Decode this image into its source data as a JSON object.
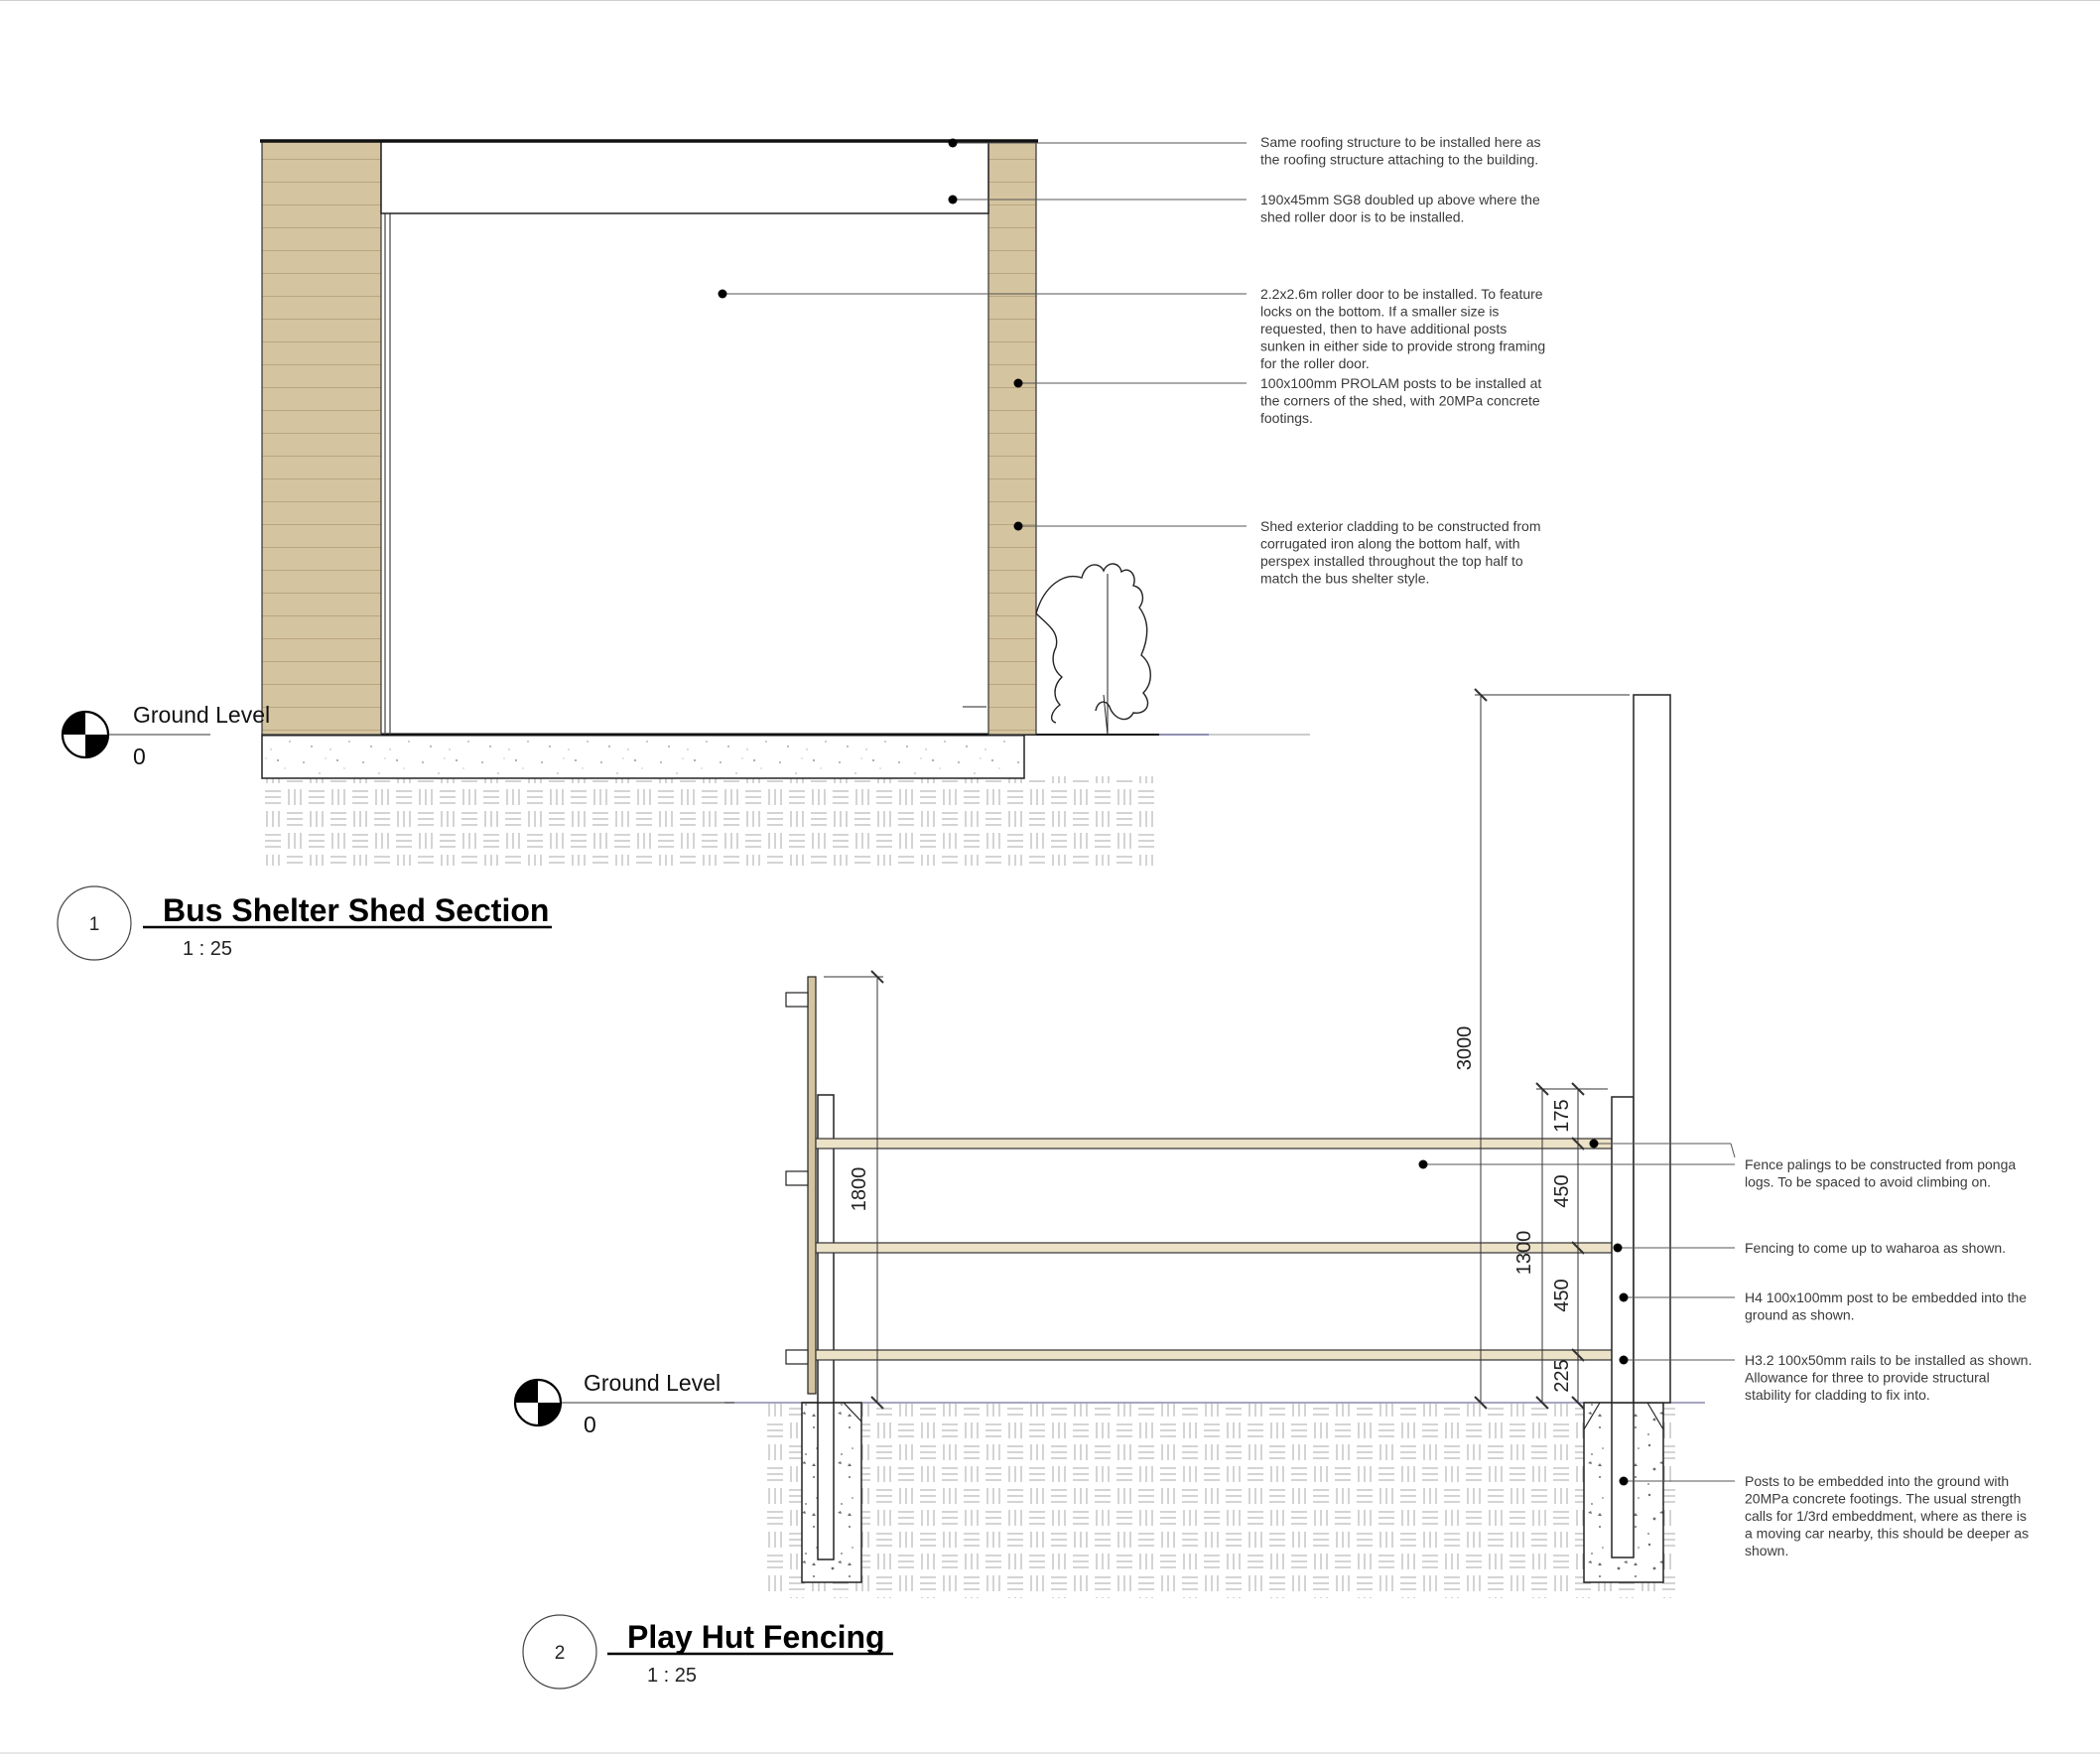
{
  "views": [
    {
      "number": "1",
      "title": "Bus Shelter Shed Section",
      "scale": "1 : 25"
    },
    {
      "number": "2",
      "title": "Play Hut Fencing",
      "scale": "1 : 25"
    }
  ],
  "level_markers": [
    {
      "name": "Ground Level",
      "value": "0"
    },
    {
      "name": "Ground Level",
      "value": "0"
    }
  ],
  "shed_notes": [
    [
      "Same roofing structure to be installed here as",
      "the roofing structure attaching to the building."
    ],
    [
      "190x45mm SG8 doubled up above where the",
      "shed roller door is to be installed."
    ],
    [
      "2.2x2.6m roller door to be installed. To feature",
      "locks on the bottom. If a smaller size is",
      "requested, then to have additional posts",
      "sunken in either side to provide strong framing",
      "for the roller door."
    ],
    [
      "100x100mm PROLAM posts to be installed at",
      "the corners of the shed, with 20MPa concrete",
      "footings."
    ],
    [
      "Shed exterior cladding to be constructed from",
      "corrugated iron along the bottom half, with",
      "perspex installed throughout the top half to",
      "match the bus shelter style."
    ]
  ],
  "fence_notes": [
    [
      "Fence palings to be constructed from ponga",
      "logs. To be spaced to avoid climbing on."
    ],
    [
      "Fencing to come up to waharoa as shown."
    ],
    [
      "H4 100x100mm post to be embedded into the",
      "ground as shown."
    ],
    [
      "H3.2 100x50mm rails to be installed as shown.",
      "Allowance for three to provide structural",
      "stability for cladding to fix into."
    ],
    [
      "Posts to be embedded into the ground with",
      "20MPa concrete footings. The usual strength",
      "calls for 1/3rd embeddment, where as there is",
      "a moving car nearby, this should be deeper as",
      "shown."
    ]
  ],
  "dimensions": {
    "total_height": "3000",
    "fence_height": "1800",
    "rail_span": "1300",
    "top_segment": "175",
    "upper_gap": "450",
    "lower_gap": "450",
    "bottom_segment": "225"
  },
  "colors": {
    "cladding": "#d4c4a0",
    "rail": "#ece2c8",
    "ground_pattern": "#b5b5b5",
    "leader": "#555555"
  }
}
